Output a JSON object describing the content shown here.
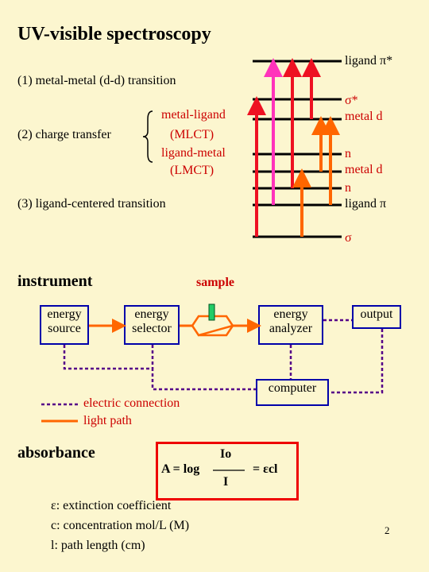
{
  "title": "UV-visible spectroscopy",
  "transitions": {
    "t1": "(1) metal-metal (d-d) transition",
    "t2": "(2) charge transfer",
    "mlct_a": "metal-ligand",
    "mlct_b": "(MLCT)",
    "lmct_a": "ligand-metal",
    "lmct_b": "(LMCT)",
    "t3": "(3) ligand-centered transition"
  },
  "levels": {
    "ligand_pi_star": "ligand π*",
    "sigma_star": "σ*",
    "metal_d_1": "metal d",
    "n_1": "n",
    "metal_d_2": "metal d",
    "n_2": "n",
    "ligand_pi": "ligand π",
    "sigma": "σ"
  },
  "instrument": {
    "heading": "instrument",
    "sample": "sample",
    "energy_source": [
      "energy",
      "source"
    ],
    "energy_selector": [
      "energy",
      "selector"
    ],
    "energy_analyzer": [
      "energy",
      "analyzer"
    ],
    "output": "output",
    "computer": "computer",
    "legend_electric": "electric connection",
    "legend_light": "light path"
  },
  "absorbance": {
    "heading": "absorbance",
    "numerator": "Io",
    "lhs": "A = log",
    "rhs": "= εcl",
    "denominator": "I",
    "def1": "ε: extinction coefficient",
    "def2": "c: concentration mol/L (M)",
    "def3": "l: path length (cm)"
  },
  "page_number": "2",
  "colors": {
    "background": "#fcf6cf",
    "red_arrow": "#ee1122",
    "magenta_arrow": "#ff33bb",
    "orange_arrow": "#ff6600",
    "box_border": "#0000aa",
    "electric_line": "#550088",
    "sample_green": "#22cc66"
  }
}
